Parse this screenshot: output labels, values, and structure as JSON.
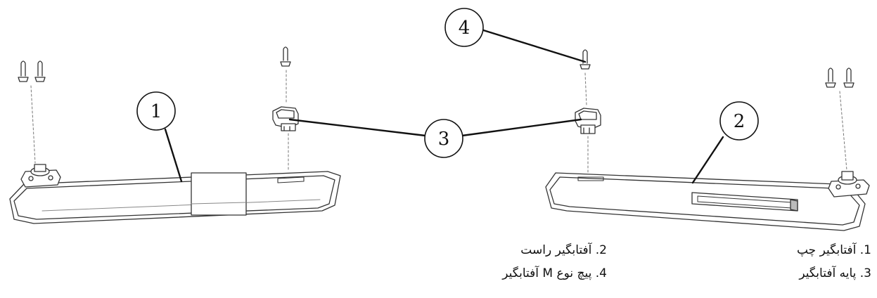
{
  "callouts": [
    {
      "number": "1"
    },
    {
      "number": "2"
    },
    {
      "number": "3"
    },
    {
      "number": "4"
    }
  ],
  "legend": {
    "item1": "1. آفتابگیر چپ",
    "item2": "2. آفتابگیر راست",
    "item3": "3. پایه آفتابگیر",
    "item4": "4. پیچ نوع M آفتابگیر"
  }
}
